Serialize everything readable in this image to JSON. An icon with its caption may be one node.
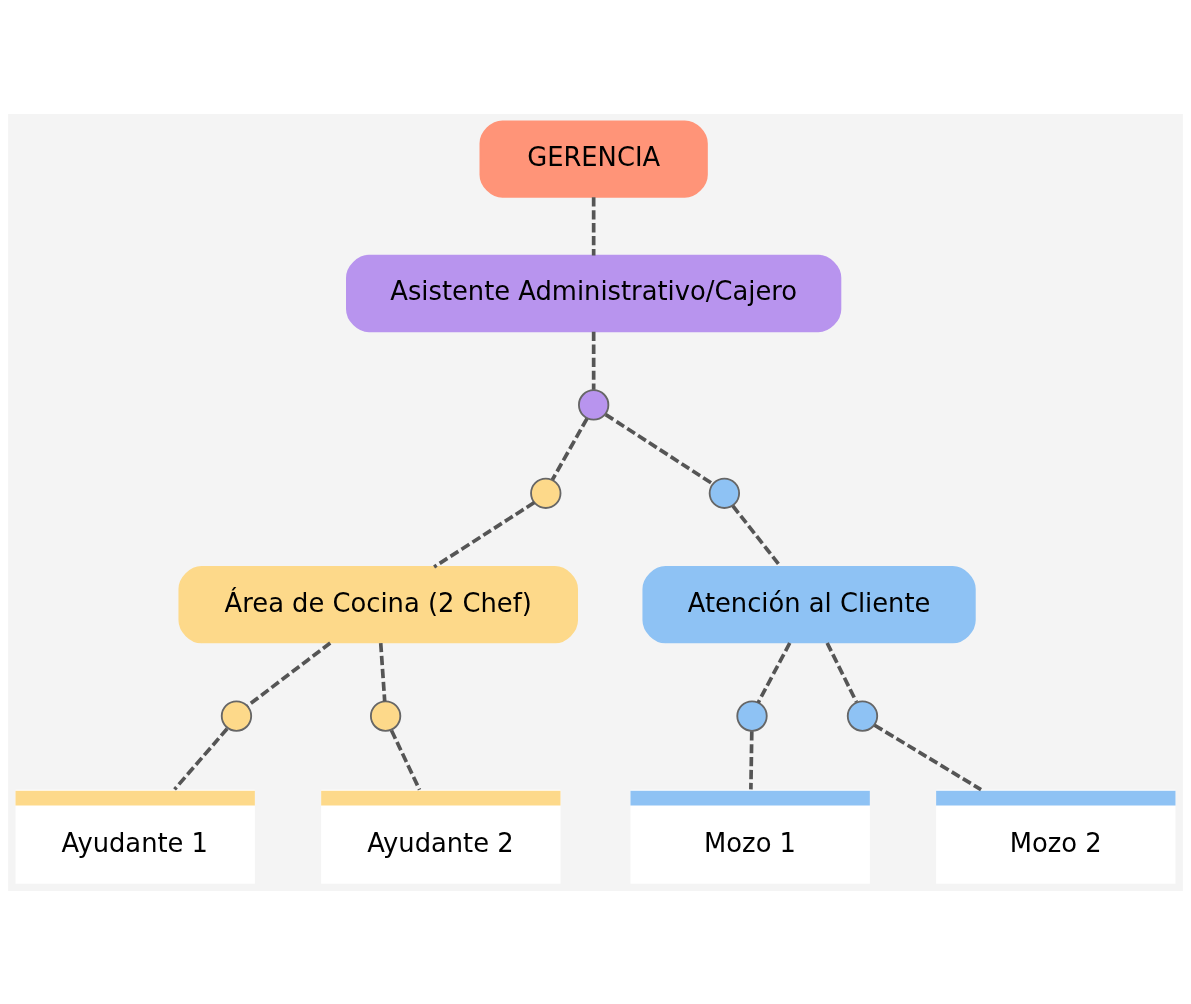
{
  "diagram": {
    "nodes": [
      {
        "text": [
          "GERENCIA"
        ]
      },
      {
        "text": [
          "Asistente Administrativo/Cajero"
        ]
      },
      {
        "text": [],
        "shape": "circle"
      },
      {
        "text": [],
        "shape": "circle"
      },
      {
        "text": [],
        "shape": "circle"
      },
      {
        "text": [
          "Área de Cocina (2 Chef)"
        ]
      },
      {
        "text": [
          "Atención al Cliente"
        ]
      },
      {
        "text": [],
        "shape": "circle"
      },
      {
        "text": [],
        "shape": "circle"
      },
      {
        "text": [],
        "shape": "circle"
      },
      {
        "text": [],
        "shape": "circle"
      },
      {
        "text": [
          "Ayudante 1"
        ]
      },
      {
        "text": [
          "Ayudante 2"
        ]
      },
      {
        "text": [
          "Mozo 1"
        ]
      },
      {
        "text": [
          "Mozo 2"
        ]
      }
    ],
    "edges": [
      {
        "from": 0,
        "to": 1,
        "arrow": "none",
        "style": "dashed"
      },
      {
        "from": 1,
        "to": 2,
        "arrow": "none",
        "style": "dashed"
      },
      {
        "from": 2,
        "to": 3,
        "arrow": "none",
        "style": "dashed"
      },
      {
        "from": 2,
        "to": 4,
        "arrow": "none",
        "style": "dashed"
      },
      {
        "from": 3,
        "to": 5,
        "arrow": "none",
        "style": "dashed"
      },
      {
        "from": 4,
        "to": 6,
        "arrow": "none",
        "style": "dashed"
      },
      {
        "from": 5,
        "to": 7,
        "arrow": "none",
        "style": "dashed"
      },
      {
        "from": 5,
        "to": 8,
        "arrow": "none",
        "style": "dashed"
      },
      {
        "from": 6,
        "to": 9,
        "arrow": "none",
        "style": "dashed"
      },
      {
        "from": 6,
        "to": 10,
        "arrow": "none",
        "style": "dashed"
      },
      {
        "from": 7,
        "to": 11,
        "arrow": "none",
        "style": "dashed"
      },
      {
        "from": 8,
        "to": 12,
        "arrow": "none",
        "style": "dashed"
      },
      {
        "from": 9,
        "to": 13,
        "arrow": "none",
        "style": "dashed"
      },
      {
        "from": 10,
        "to": 14,
        "arrow": "none",
        "style": "dashed"
      }
    ]
  }
}
